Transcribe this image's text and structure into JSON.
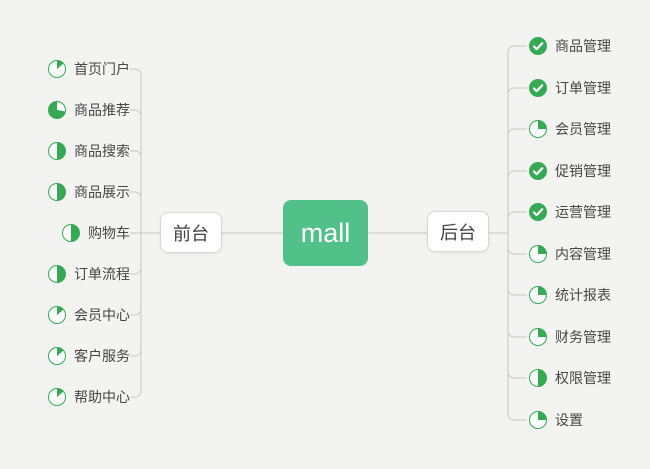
{
  "background": "#f3f3f1",
  "colors": {
    "icon_green": "#35a953",
    "node_green": "#52c189",
    "line_gray": "#c7c7c7",
    "text_dark": "#464646"
  },
  "center": {
    "label": "mall"
  },
  "left_branch": {
    "label": "前台",
    "items": [
      {
        "label": "首页门户",
        "icon": "progress-1-8"
      },
      {
        "label": "商品推荐",
        "icon": "progress-3-4"
      },
      {
        "label": "商品搜索",
        "icon": "progress-1-2"
      },
      {
        "label": "商品展示",
        "icon": "progress-1-2"
      },
      {
        "label": "购物车",
        "icon": "progress-1-2"
      },
      {
        "label": "订单流程",
        "icon": "progress-1-2"
      },
      {
        "label": "会员中心",
        "icon": "progress-1-8"
      },
      {
        "label": "客户服务",
        "icon": "progress-1-8"
      },
      {
        "label": "帮助中心",
        "icon": "progress-1-8"
      }
    ]
  },
  "right_branch": {
    "label": "后台",
    "items": [
      {
        "label": "商品管理",
        "icon": "check"
      },
      {
        "label": "订单管理",
        "icon": "check"
      },
      {
        "label": "会员管理",
        "icon": "progress-1-4"
      },
      {
        "label": "促销管理",
        "icon": "check"
      },
      {
        "label": "运营管理",
        "icon": "check"
      },
      {
        "label": "内容管理",
        "icon": "progress-1-4"
      },
      {
        "label": "统计报表",
        "icon": "progress-1-4"
      },
      {
        "label": "财务管理",
        "icon": "progress-1-4"
      },
      {
        "label": "权限管理",
        "icon": "progress-1-2"
      },
      {
        "label": "设置",
        "icon": "progress-1-4"
      }
    ]
  }
}
